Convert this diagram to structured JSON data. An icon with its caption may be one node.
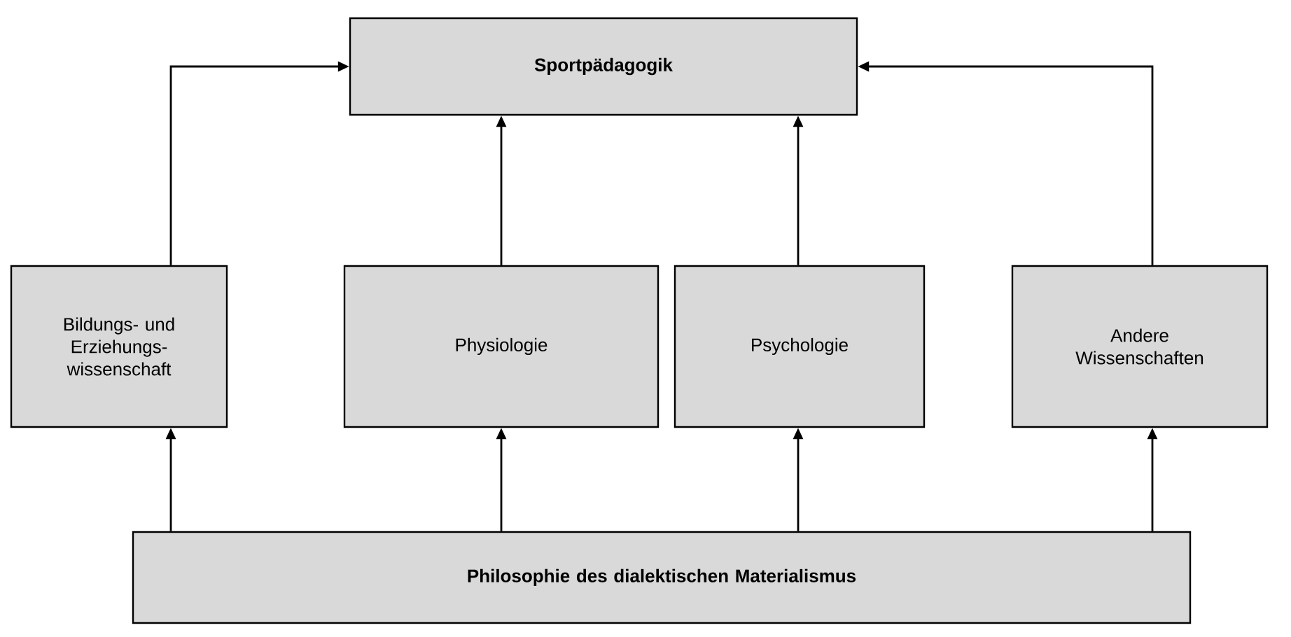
{
  "diagram": {
    "nodes": [
      {
        "text": [
          "Sportpädagogik"
        ]
      },
      {
        "text": [
          "Bildungs- und Erziehungs- wissenschaft"
        ]
      },
      {
        "text": [
          "Physiologie"
        ]
      },
      {
        "text": [
          "Psychologie"
        ]
      },
      {
        "text": [
          "Andere Wissenschaften"
        ]
      },
      {
        "text": [
          "Philosophie des dialektischen Materialismus"
        ]
      }
    ],
    "edges": [
      {
        "from": 1,
        "to": 0,
        "arrow": "to"
      },
      {
        "from": 2,
        "to": 0,
        "arrow": "to"
      },
      {
        "from": 3,
        "to": 0,
        "arrow": "to"
      },
      {
        "from": 4,
        "to": 0,
        "arrow": "to"
      },
      {
        "from": 5,
        "to": 1,
        "arrow": "to"
      },
      {
        "from": 5,
        "to": 2,
        "arrow": "to"
      },
      {
        "from": 5,
        "to": 3,
        "arrow": "to"
      },
      {
        "from": 5,
        "to": 4,
        "arrow": "to"
      }
    ]
  }
}
